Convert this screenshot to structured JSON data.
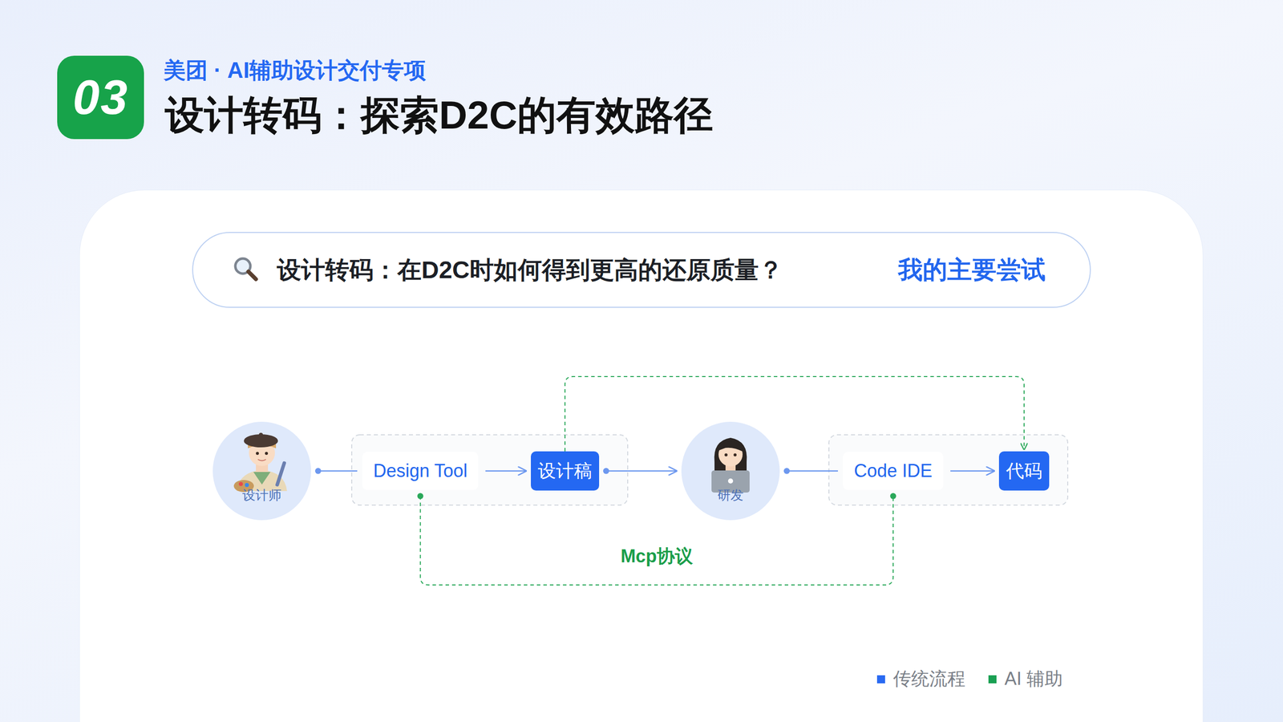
{
  "diagram": {
    "title": "设计转码：探索D2C的有效路径",
    "nodes": [
      {
        "text": [
          "03"
        ]
      },
      {
        "text": [
          "设计转码：在D2C时如何得到更高的还原质量？",
          "我的主要尝试"
        ]
      },
      {
        "text": [
          "设计师"
        ]
      },
      {
        "text": [
          "Design Tool"
        ]
      },
      {
        "text": [
          "设计稿"
        ]
      },
      {
        "text": [
          "研发"
        ]
      },
      {
        "text": [
          "Code IDE"
        ]
      },
      {
        "text": [
          "代码"
        ]
      }
    ],
    "edges": [
      {
        "from": 2,
        "to": 3,
        "arrow": "none"
      },
      {
        "from": 3,
        "to": 4,
        "arrow": "to"
      },
      {
        "from": 4,
        "to": 5,
        "arrow": "to"
      },
      {
        "from": 5,
        "to": 6,
        "arrow": "none"
      },
      {
        "from": 6,
        "to": 7,
        "arrow": "to"
      },
      {
        "from": 4,
        "to": 7,
        "arrow": "to"
      },
      {
        "from": 3,
        "to": 6,
        "label": "Mcp协议",
        "arrow": "none"
      }
    ],
    "labels": [
      "美团 · AI辅助设计交付专项"
    ],
    "legend": [
      {
        "text": "传统流程",
        "color": "#2a6af2"
      },
      {
        "text": "AI 辅助",
        "color": "#1aa053"
      }
    ]
  }
}
